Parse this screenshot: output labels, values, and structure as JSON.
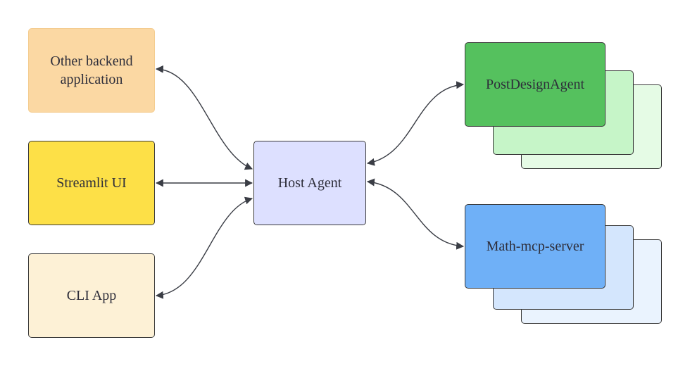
{
  "nodes": {
    "other_backend": {
      "label": "Other backend\napplication",
      "fill": "#fbd8a3",
      "border": "#f4cc8f"
    },
    "streamlit_ui": {
      "label": "Streamlit UI",
      "fill": "#fde047",
      "border": "#3a3a3a"
    },
    "cli_app": {
      "label": "CLI App",
      "fill": "#fdf1d6",
      "border": "#3a3a3a"
    },
    "host_agent": {
      "label": "Host Agent",
      "fill": "#dde0ff",
      "border": "#3a3a3a"
    },
    "post_design_agent": {
      "label": "PostDesignAgent",
      "fill": "#55c15e",
      "stack_colors": [
        "#c6f5c8",
        "#e5fbe5"
      ],
      "border": "#3a3a3a"
    },
    "math_mcp_server": {
      "label": "Math-mcp-server",
      "fill": "#6fb0f7",
      "stack_colors": [
        "#d4e6fd",
        "#eaf3fe"
      ],
      "border": "#3a3a3a"
    }
  },
  "connectors": {
    "stroke": "#3a3d45",
    "arrowheads": "both"
  }
}
